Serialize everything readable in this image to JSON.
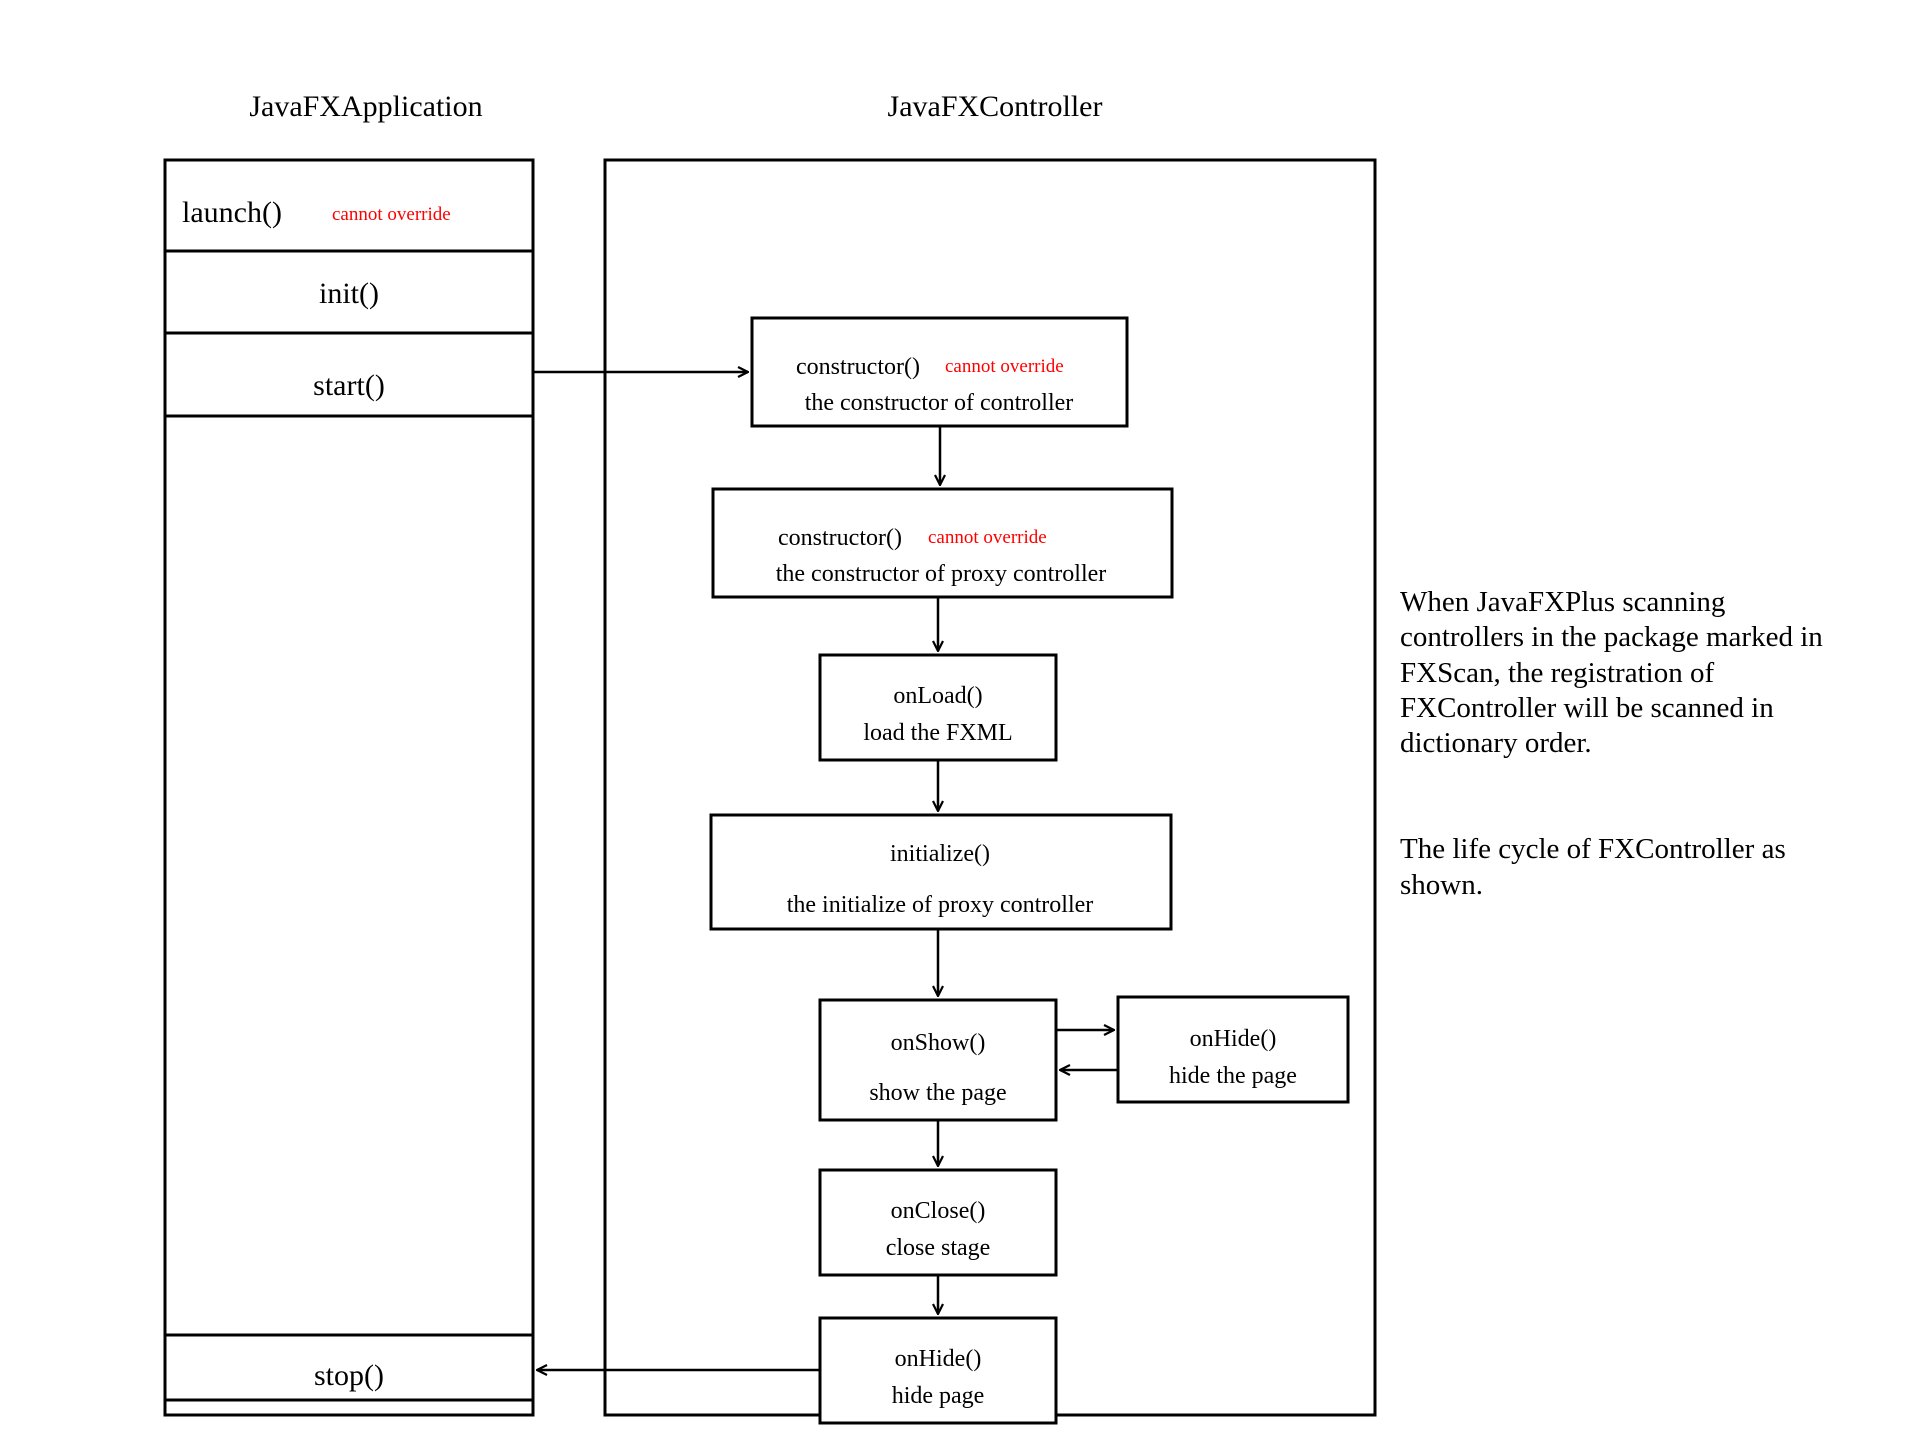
{
  "diagram": {
    "title_left": "JavaFXApplication",
    "title_right": "JavaFXController",
    "accent_red": "#ff0000",
    "stroke_color": "#000000",
    "background": "#ffffff"
  },
  "application_lane": {
    "name": "JavaFXApplication",
    "rows": [
      {
        "method": "launch()",
        "note": "cannot override"
      },
      {
        "method": "init()",
        "note": ""
      },
      {
        "method": "start()",
        "note": ""
      },
      {
        "method": "stop()",
        "note": ""
      }
    ]
  },
  "controller_lane": {
    "name": "JavaFXController",
    "nodes": [
      {
        "id": "constructor-controller",
        "line1": "constructor()",
        "note": "cannot override",
        "line2": "the constructor of controller"
      },
      {
        "id": "constructor-proxy",
        "line1": "constructor()",
        "note": "cannot override",
        "line2": "the constructor of proxy controller"
      },
      {
        "id": "onload",
        "line1": "onLoad()",
        "note": "",
        "line2": "load the FXML"
      },
      {
        "id": "initialize",
        "line1": "initialize()",
        "note": "",
        "line2": "the initialize of proxy controller"
      },
      {
        "id": "onshow",
        "line1": "onShow()",
        "note": "",
        "line2": "show the page"
      },
      {
        "id": "onhide-side",
        "line1": "onHide()",
        "note": "",
        "line2": "hide the page"
      },
      {
        "id": "onclose",
        "line1": "onClose()",
        "note": "",
        "line2": "close stage"
      },
      {
        "id": "onhide-bottom",
        "line1": "onHide()",
        "note": "",
        "line2": "hide page"
      }
    ]
  },
  "side_note": {
    "paragraph1": "When JavaFXPlus scanning controllers in the package marked in FXScan, the registration of FXController will be scanned in dictionary order.",
    "paragraph2": "The life cycle of FXController as shown."
  }
}
